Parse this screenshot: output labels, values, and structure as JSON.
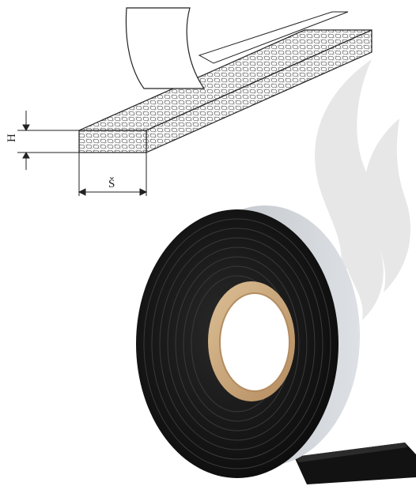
{
  "diagram": {
    "height_label": "H",
    "width_label": "Š"
  },
  "icons": [
    "flame-watermark-icon",
    "foam-tape-cross-section-illustration",
    "foam-tape-roll-photo"
  ],
  "colors": {
    "line": "#222222",
    "watermark": "#e7e7e7",
    "tape_black": "#141414",
    "liner_gray": "#c9ced3",
    "core_tan": "#c9a57c"
  }
}
